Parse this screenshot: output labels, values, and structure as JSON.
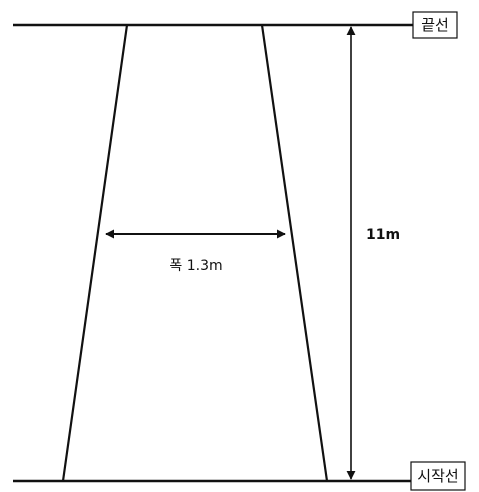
{
  "labels": {
    "end_line": "끝선",
    "start_line": "시작선",
    "height": "11m",
    "width": "폭 1.3m"
  },
  "colors": {
    "line": "#111111",
    "background": "#ffffff"
  }
}
